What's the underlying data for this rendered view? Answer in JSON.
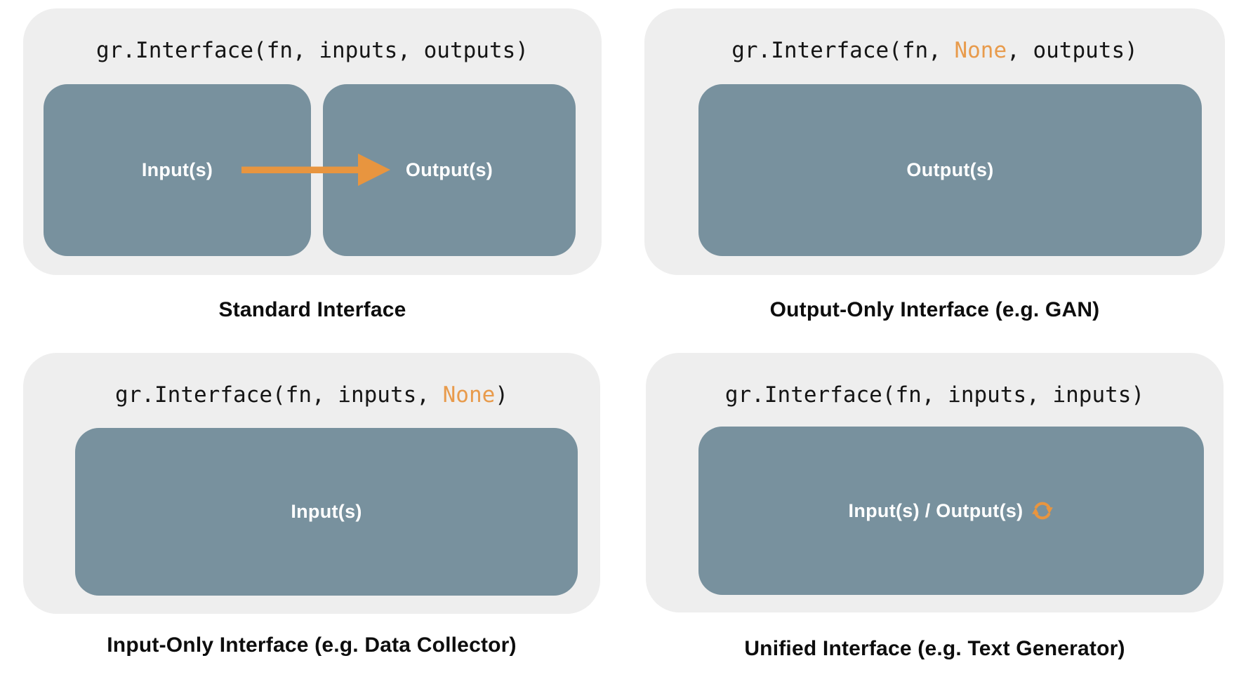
{
  "colors": {
    "page_background": "#ffffff",
    "panel_background": "#eeeeee",
    "box_background": "#78919e",
    "accent_orange": "#e8953f",
    "code_highlight_orange": "#e89b4c",
    "code_text": "#151515",
    "caption_text": "#0d0d0d",
    "box_label_text": "#ffffff"
  },
  "panels": [
    {
      "name": "standard",
      "code_segments": [
        {
          "text": "gr.Interface(fn, inputs, outputs)",
          "highlight": false
        }
      ],
      "boxes": [
        {
          "label": "Input(s)"
        },
        {
          "label": "Output(s)"
        }
      ],
      "arrow_icon": "right-arrow",
      "caption": "Standard Interface"
    },
    {
      "name": "output-only",
      "code_segments": [
        {
          "text": "gr.Interface(fn, ",
          "highlight": false
        },
        {
          "text": "None",
          "highlight": true
        },
        {
          "text": ", outputs)",
          "highlight": false
        }
      ],
      "boxes": [
        {
          "label": "Output(s)"
        }
      ],
      "caption": "Output-Only Interface (e.g. GAN)"
    },
    {
      "name": "input-only",
      "code_segments": [
        {
          "text": "gr.Interface(fn, inputs, ",
          "highlight": false
        },
        {
          "text": "None",
          "highlight": true
        },
        {
          "text": ")",
          "highlight": false
        }
      ],
      "boxes": [
        {
          "label": "Input(s)"
        }
      ],
      "caption": "Input-Only Interface (e.g. Data Collector)"
    },
    {
      "name": "unified",
      "code_segments": [
        {
          "text": "gr.Interface(fn, inputs, inputs)",
          "highlight": false
        }
      ],
      "boxes": [
        {
          "label": "Input(s) / Output(s)"
        }
      ],
      "icon": "sync-icon",
      "caption": "Unified Interface (e.g. Text Generator)"
    }
  ]
}
